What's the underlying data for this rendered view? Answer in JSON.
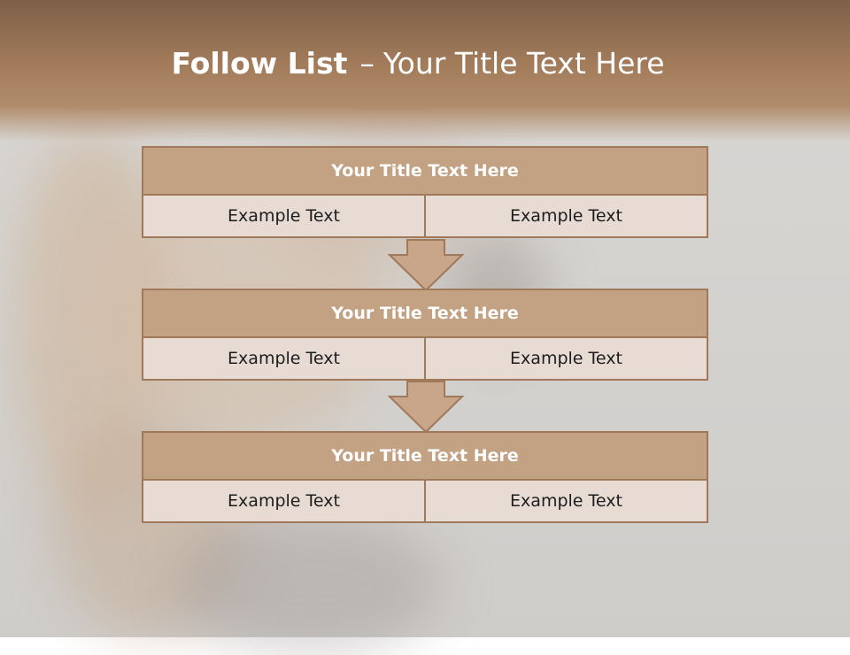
{
  "slide": {
    "title_bold": "Follow List",
    "title_dash": "–",
    "title_rest": "Your Title Text Here"
  },
  "steps": [
    {
      "title": "Your Title Text Here",
      "left": "Example Text",
      "right": "Example Text"
    },
    {
      "title": "Your Title Text Here",
      "left": "Example Text",
      "right": "Example Text"
    },
    {
      "title": "Your Title Text Here",
      "left": "Example Text",
      "right": "Example Text"
    }
  ],
  "icons": [
    "down-arrow-icon",
    "down-arrow-icon"
  ],
  "colors": {
    "header_fill": "#c3a283",
    "border": "#a0785a",
    "cell_fill": "#e7dbd4",
    "title_band": "#a27b5a"
  }
}
